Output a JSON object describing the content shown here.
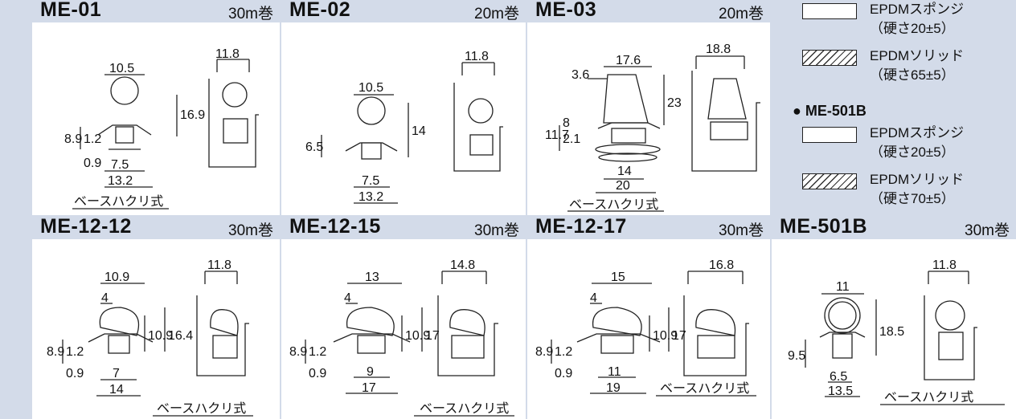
{
  "panels": [
    {
      "model": "ME-01",
      "length": "30m巻",
      "dims": [
        "11.8",
        "10.5",
        "16.9",
        "8.9",
        "1.2",
        "0.9",
        "7.5",
        "13.2"
      ],
      "base_label": "ベースハクリ式"
    },
    {
      "model": "ME-02",
      "length": "20m巻",
      "dims": [
        "11.8",
        "10.5",
        "14",
        "6.5",
        "7.5",
        "13.2"
      ]
    },
    {
      "model": "ME-03",
      "length": "20m巻",
      "dims": [
        "18.8",
        "17.6",
        "3.6",
        "23",
        "11.7",
        "2.1",
        "8",
        "14",
        "20"
      ],
      "base_label": "ベースハクリ式"
    },
    {
      "model": "ME-12-12",
      "length": "30m巻",
      "dims": [
        "11.8",
        "10.9",
        "4",
        "10.9",
        "16.4",
        "8.9",
        "1.2",
        "0.9",
        "7",
        "14"
      ],
      "base_label": "ベースハクリ式"
    },
    {
      "model": "ME-12-15",
      "length": "30m巻",
      "dims": [
        "14.8",
        "13",
        "4",
        "10.9",
        "17",
        "8.9",
        "1.2",
        "0.9",
        "9",
        "17"
      ],
      "base_label": "ベースハクリ式"
    },
    {
      "model": "ME-12-17",
      "length": "30m巻",
      "dims": [
        "16.8",
        "15",
        "4",
        "10.9",
        "17",
        "8.9",
        "1.2",
        "0.9",
        "11",
        "19"
      ],
      "base_label": "ベースハクリ式"
    },
    {
      "model": "ME-501B",
      "length": "30m巻",
      "dims": [
        "11.8",
        "11",
        "18.5",
        "9.5",
        "6.5",
        "13.5"
      ],
      "base_label": "ベースハクリ式"
    }
  ],
  "legend": {
    "top": [
      {
        "swatch": "sponge",
        "name": "EPDMスポンジ",
        "detail": "（硬さ20±5）"
      },
      {
        "swatch": "solid",
        "name": "EPDMソリッド",
        "detail": "（硬さ65±5）"
      }
    ],
    "group_title": "● ME-501B",
    "group": [
      {
        "swatch": "sponge",
        "name": "EPDMスポンジ",
        "detail": "（硬さ20±5）"
      },
      {
        "swatch": "solid",
        "name": "EPDMソリッド",
        "detail": "（硬さ70±5）"
      }
    ]
  },
  "colors": {
    "page_bg": "#d3dbe9",
    "panel_bg": "#ffffff",
    "line": "#222222"
  }
}
